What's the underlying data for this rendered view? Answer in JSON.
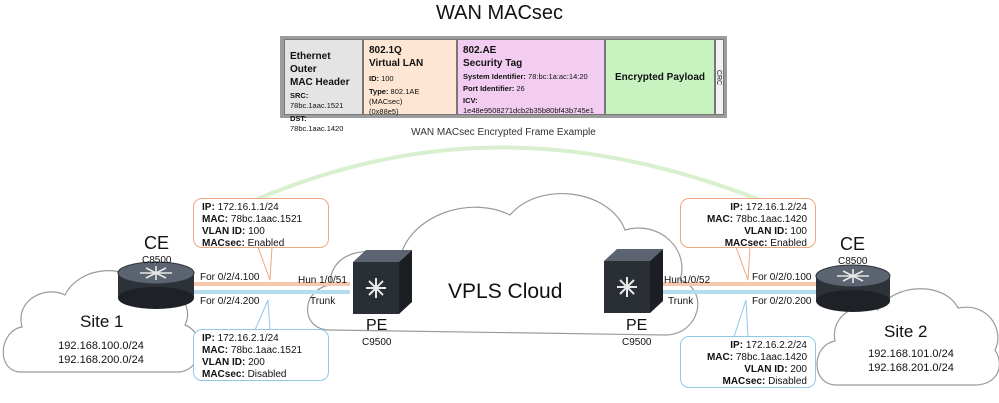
{
  "title": "WAN MACsec",
  "frame": {
    "outer": {
      "line1": "Ethernet Outer",
      "line2": "MAC Header",
      "src_label": "SRC:",
      "src": "78bc.1aac.1521",
      "dst_label": "DST:",
      "dst": "78bc.1aac.1420"
    },
    "vlan": {
      "title": "802.1Q",
      "subtitle": "Virtual LAN",
      "id_label": "ID:",
      "id": "100",
      "type_label": "Type:",
      "type": "802.1AE (MACsec)",
      "type2": "(0x88e5)"
    },
    "ae": {
      "title": "802.AE",
      "subtitle": "Security Tag",
      "sysid_label": "System Identifier:",
      "sysid": "78:bc:1a:ac:14:20",
      "port_label": "Port Identifier:",
      "port": "26",
      "icv_label": "ICV:",
      "icv": "1e48e9508271dcb2b35b80bf43b745e1"
    },
    "payload": "Encrypted Payload",
    "crc": "CRC",
    "colors": {
      "outer": "#e4e4e4",
      "vlan": "#fde6d3",
      "ae": "#f3cdf1",
      "payload": "#c8f3c0",
      "crc": "#f2f2f2"
    }
  },
  "caption": "WAN MACsec Encrypted Frame Example",
  "left": {
    "ce": "CE",
    "ce_model": "C8500",
    "site": "Site 1",
    "subnet1": "192.168.100.0/24",
    "subnet2": "192.168.200.0/24",
    "if1": "For 0/2/4.100",
    "if2": "For 0/2/4.200",
    "pe": "PE",
    "pe_model": "C9500",
    "pe_if": "Hun 1/0/51",
    "trunk": "Trunk",
    "box1": {
      "ip_label": "IP:",
      "ip": "172.16.1.1/24",
      "mac_label": "MAC:",
      "mac": "78bc.1aac.1521",
      "vlan_label": "VLAN ID:",
      "vlan": "100",
      "macsec_label": "MACsec:",
      "macsec": "Enabled"
    },
    "box2": {
      "ip_label": "IP:",
      "ip": "172.16.2.1/24",
      "mac_label": "MAC:",
      "mac": "78bc.1aac.1521",
      "vlan_label": "VLAN ID:",
      "vlan": "200",
      "macsec_label": "MACsec:",
      "macsec": "Disabled"
    }
  },
  "right": {
    "ce": "CE",
    "ce_model": "C8500",
    "site": "Site 2",
    "subnet1": "192.168.101.0/24",
    "subnet2": "192.168.201.0/24",
    "if1": "For 0/2/0.100",
    "if2": "For 0/2/0.200",
    "pe": "PE",
    "pe_model": "C9500",
    "pe_if": "Hun1/0/52",
    "trunk": "Trunk",
    "box1": {
      "ip_label": "IP:",
      "ip": "172.16.1.2/24",
      "mac_label": "MAC:",
      "mac": "78bc.1aac.1420",
      "vlan_label": "VLAN ID:",
      "vlan": "100",
      "macsec_label": "MACsec:",
      "macsec": "Enabled"
    },
    "box2": {
      "ip_label": "IP:",
      "ip": "172.16.2.2/24",
      "mac_label": "MAC:",
      "mac": "78bc.1aac.1420",
      "vlan_label": "VLAN ID:",
      "vlan": "200",
      "macsec_label": "MACsec:",
      "macsec": "Disabled"
    }
  },
  "cloud": "VPLS Cloud",
  "colors": {
    "macsec_box": "#f0a780",
    "plain_box": "#8fc9e6",
    "macsec_link": "#f6c8ad",
    "plain_link": "#b6dcf0",
    "arc": "#d9f0cf"
  }
}
